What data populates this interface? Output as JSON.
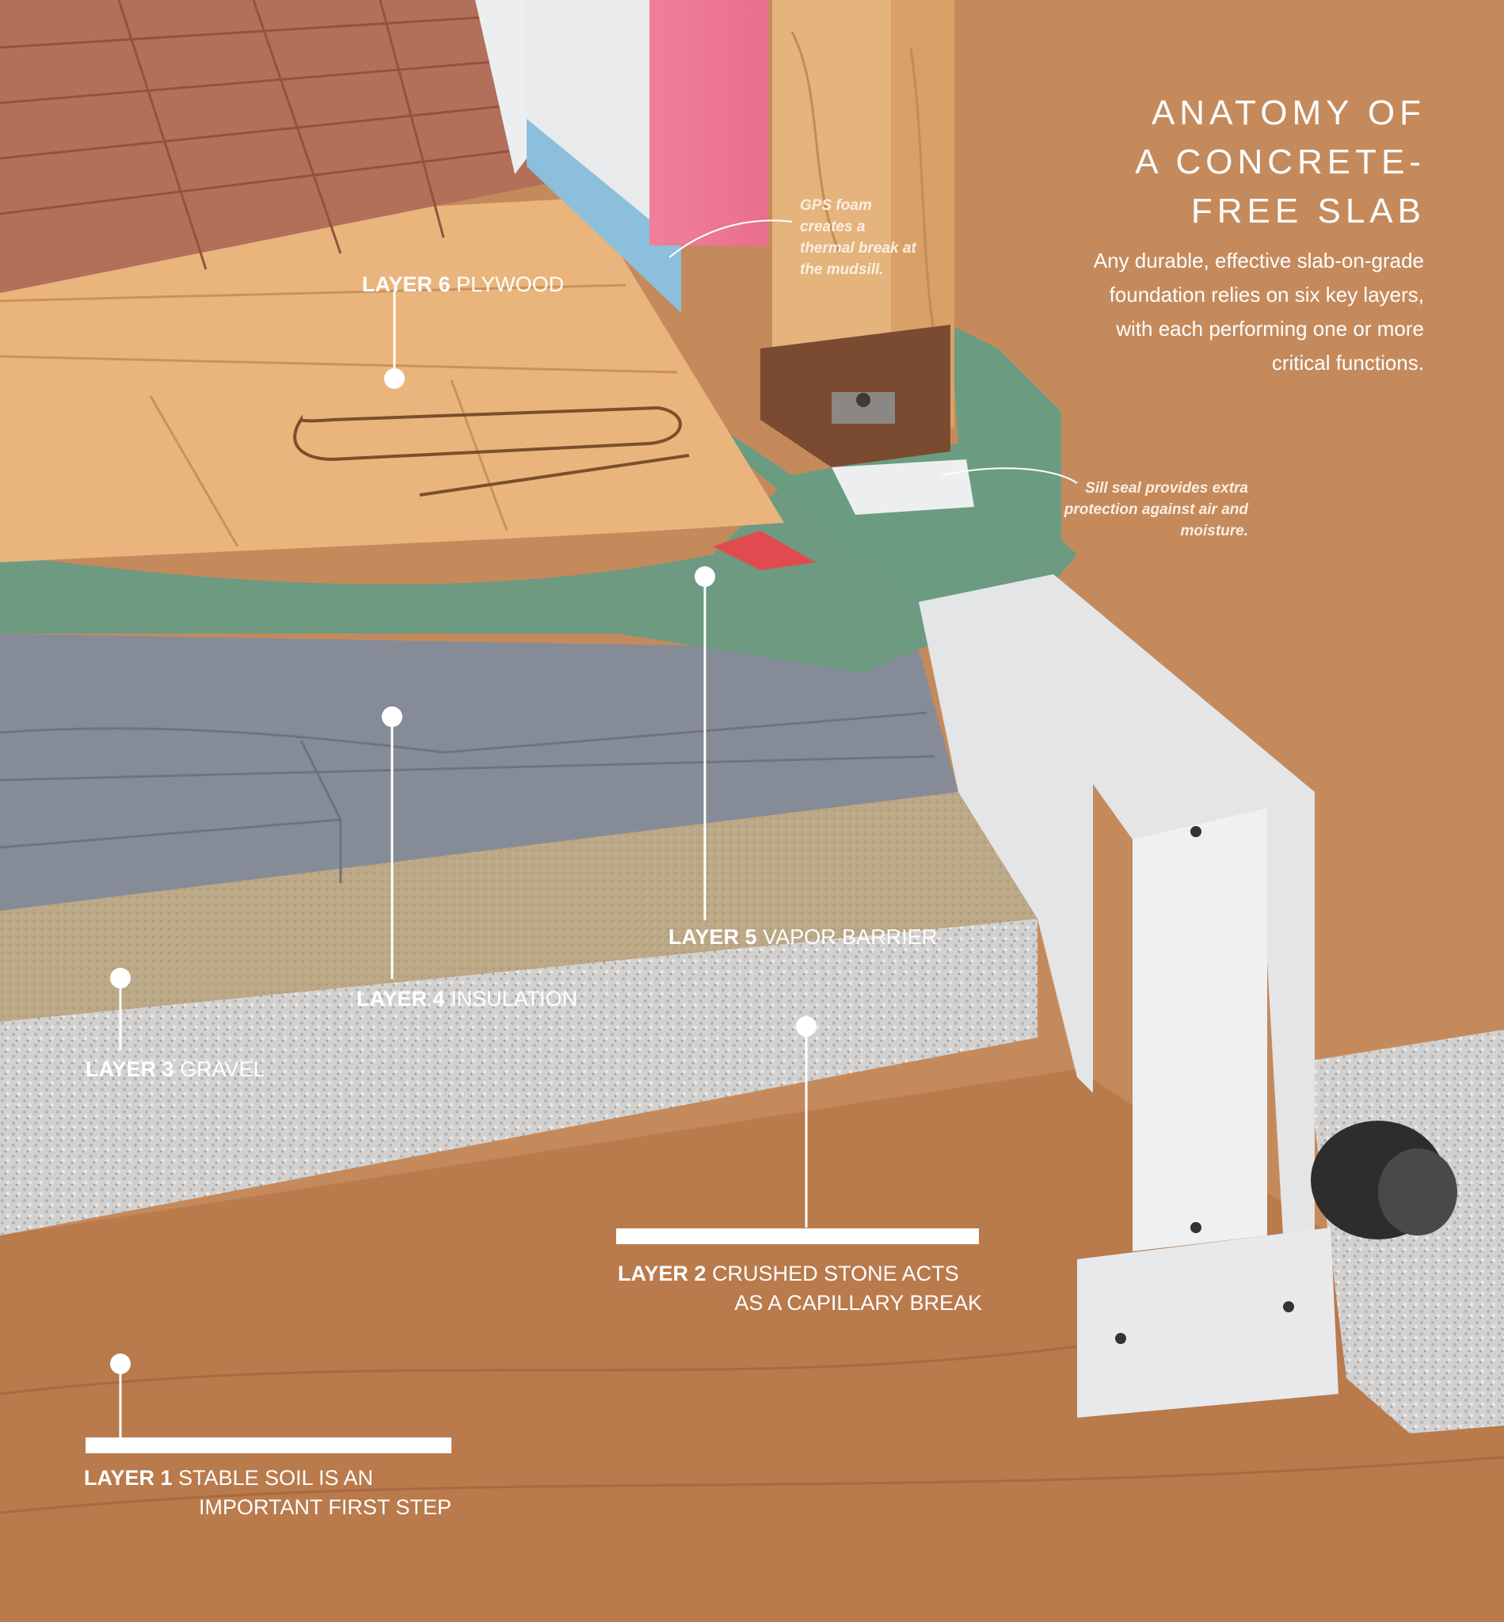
{
  "title": {
    "line1": "ANATOMY OF",
    "line2": "A CONCRETE-",
    "line3": "FREE SLAB"
  },
  "intro": "Any durable, effective slab-on-grade foundation relies on six key layers, with each performing one or more critical functions.",
  "notes": {
    "gps_foam": "GPS foam creates a thermal break at the mudsill.",
    "sill_seal": "Sill seal provides extra protection against air and moisture."
  },
  "layers": [
    {
      "id": "layer1",
      "number": "LAYER 1",
      "text": "STABLE SOIL IS AN",
      "text2": "IMPORTANT FIRST STEP"
    },
    {
      "id": "layer2",
      "number": "LAYER 2",
      "text": "CRUSHED STONE ACTS",
      "text2": "AS A CAPILLARY BREAK"
    },
    {
      "id": "layer3",
      "number": "LAYER 3",
      "text": "GRAVEL"
    },
    {
      "id": "layer4",
      "number": "LAYER 4",
      "text": "INSULATION"
    },
    {
      "id": "layer5",
      "number": "LAYER 5",
      "text": "VAPOR BARRIER"
    },
    {
      "id": "layer6",
      "number": "LAYER 6",
      "text": "PLYWOOD"
    }
  ],
  "colors": {
    "soil": "#c58a5c",
    "crushed_stone": "#cfcdcb",
    "gravel": "#b9a585",
    "insulation": "#858b96",
    "vapor_barrier": "#6f9a80",
    "plywood": "#e9b67e",
    "flooring": "#b06f58",
    "pink_insulation": "#ee8aa2",
    "gps_foam": "#8cc0dc",
    "stud": "#e0b27a",
    "form": "#e6e8ea"
  }
}
